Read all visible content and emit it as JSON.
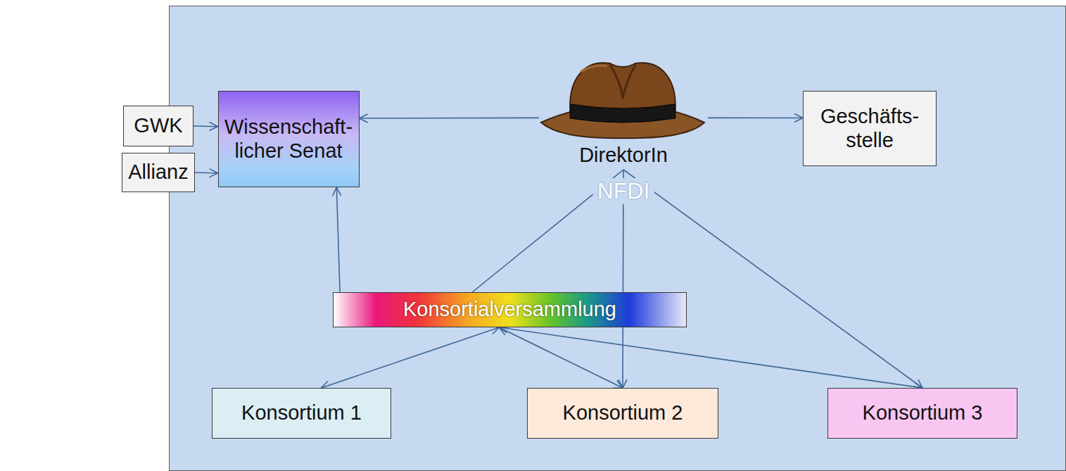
{
  "diagram": {
    "nodes": [
      {
        "text": [
          "NFDI"
        ]
      },
      {
        "text": [
          "Wissenschaft- licher Senat"
        ],
        "in": 0
      },
      {
        "text": [
          "DirektorIn"
        ],
        "in": 0
      },
      {
        "text": [
          "Geschäfts- stelle"
        ],
        "in": 0
      },
      {
        "text": [
          "Konsortialversammlung"
        ],
        "in": 0
      },
      {
        "text": [
          "Konsortium 1"
        ],
        "in": 0
      },
      {
        "text": [
          "Konsortium 2"
        ],
        "in": 0
      },
      {
        "text": [
          "Konsortium 3"
        ],
        "in": 0
      },
      {
        "text": [
          "GWK"
        ]
      },
      {
        "text": [
          "Allianz"
        ]
      }
    ],
    "edges": [
      {
        "from": 8,
        "to": 1,
        "arrow": "to"
      },
      {
        "from": 9,
        "to": 1,
        "arrow": "to"
      },
      {
        "from": 2,
        "to": 1,
        "arrow": "to"
      },
      {
        "from": 2,
        "to": 3,
        "arrow": "to"
      },
      {
        "from": 2,
        "to": 4,
        "arrow": "none"
      },
      {
        "from": 2,
        "to": 6,
        "arrow": "to"
      },
      {
        "from": 2,
        "to": 7,
        "arrow": "to"
      },
      {
        "from": 4,
        "to": 1,
        "arrow": "to"
      },
      {
        "from": 4,
        "to": 5,
        "arrow": "both"
      },
      {
        "from": 4,
        "to": 6,
        "arrow": "both"
      },
      {
        "from": 4,
        "to": 7,
        "arrow": "both"
      }
    ]
  }
}
